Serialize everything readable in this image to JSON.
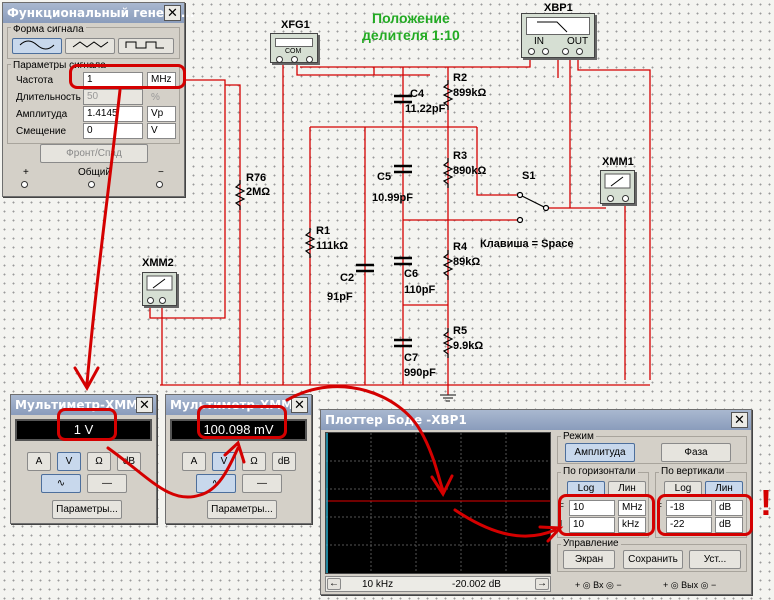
{
  "annotation_top": {
    "line1": "Положение",
    "line2": "делителя 1:10"
  },
  "circuit": {
    "xfg1": "XFG1",
    "xfg1_com": "COM",
    "xbp1": "XBP1",
    "xbp1_in": "IN",
    "xbp1_out": "OUT",
    "xmm1": "XMM1",
    "xmm2": "XMM2",
    "r76": "R76",
    "r76_val": "2MΩ",
    "r1": "R1",
    "r1_val": "111kΩ",
    "c2": "C2",
    "c2_val": "91pF",
    "c4": "C4",
    "c4_val": "11.22pF",
    "c5": "C5",
    "c5_val": "10.99pF",
    "c6": "C6",
    "c6_val": "110pF",
    "c7": "C7",
    "c7_val": "990pF",
    "r2": "R2",
    "r2_val": "899kΩ",
    "r3": "R3",
    "r3_val": "890kΩ",
    "r4": "R4",
    "r4_val": "89kΩ",
    "r5": "R5",
    "r5_val": "9.9kΩ",
    "s1": "S1",
    "key_label": "Клавиша = Space"
  },
  "funcgen": {
    "title": "Функциональный генера...",
    "waveform_group": "Форма сигнала",
    "params_group": "Параметры сигнала",
    "freq_label": "Частота",
    "freq_value": "1",
    "freq_unit": "MHz",
    "duty_label": "Длительность",
    "duty_value": "50",
    "duty_unit": "%",
    "amp_label": "Амплитуда",
    "amp_value": "1.4145",
    "amp_unit": "Vp",
    "offset_label": "Смещение",
    "offset_value": "0",
    "offset_unit": "V",
    "rise_button": "Фронт/Спад",
    "plus": "+",
    "common": "Общий",
    "minus": "−"
  },
  "mm2": {
    "title": "Мультиметр-XMM2",
    "display": "1 V",
    "btn_a": "A",
    "btn_v": "V",
    "btn_ohm": "Ω",
    "btn_db": "dB",
    "params": "Параметры...",
    "plus": "+",
    "minus": "−"
  },
  "mm1": {
    "title": "Мультиметр-XMM1",
    "display": "100.098 mV",
    "btn_a": "A",
    "btn_v": "V",
    "btn_ohm": "Ω",
    "btn_db": "dB",
    "params": "Параметры...",
    "plus": "+",
    "minus": "−"
  },
  "bode": {
    "title": "Плоттер Боде -XBP1",
    "mode_group": "Режим",
    "amp_btn": "Амплитуда",
    "phase_btn": "Фаза",
    "horiz_group": "По горизонтали",
    "vert_group": "По вертикали",
    "log": "Log",
    "lin": "Лин",
    "h_f": "F",
    "h_i": "I",
    "h_final_value": "10",
    "h_final_unit": "MHz",
    "h_init_value": "10",
    "h_init_unit": "kHz",
    "v_f": "F",
    "v_i": "I",
    "v_final_value": "-18",
    "v_final_unit": "dB",
    "v_init_value": "-22",
    "v_init_unit": "dB",
    "control_group": "Управление",
    "screen_btn": "Экран",
    "save_btn": "Сохранить",
    "settings_btn": "Уст...",
    "in_label": "Вх",
    "out_label": "Вых",
    "cursor_freq": "10 kHz",
    "cursor_db": "-20.002 dB"
  },
  "exclaim": "!",
  "colors": {
    "wire": "#d40000",
    "annotation": "#22aa22",
    "highlight": "#d40000"
  }
}
